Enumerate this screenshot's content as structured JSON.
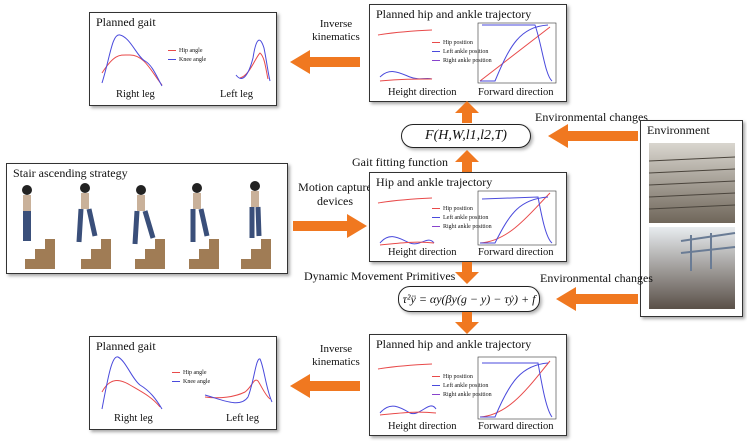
{
  "boxes": {
    "planned_gait_top": {
      "title": "Planned gait",
      "right": "Right leg",
      "left": "Left leg",
      "legend": [
        "Hip angle",
        "Knee angle"
      ]
    },
    "hip_ankle_top": {
      "title": "Planned hip and ankle trajectory",
      "height": "Height direction",
      "forward": "Forward direction",
      "legend": [
        "Hip position",
        "Left ankle position",
        "Right ankle position"
      ]
    },
    "hip_ankle_mid": {
      "title": "Hip and ankle trajectory",
      "height": "Height direction",
      "forward": "Forward direction",
      "legend": [
        "Hip position",
        "Left ankle position",
        "Right ankle position"
      ]
    },
    "hip_ankle_bottom": {
      "title": "Planned hip and ankle trajectory",
      "height": "Height direction",
      "forward": "Forward direction",
      "legend": [
        "Hip position",
        "Left ankle position",
        "Right ankle position"
      ]
    },
    "planned_gait_bottom": {
      "title": "Planned gait",
      "right": "Right leg",
      "left": "Left leg",
      "legend": [
        "Hip angle",
        "Knee angle"
      ]
    },
    "stair": {
      "title": "Stair ascending strategy"
    },
    "environment": {
      "title": "Environment"
    }
  },
  "labels": {
    "inverse_kinematics_top": "Inverse kinematics",
    "inverse_kinematics_bottom": "Inverse kinematics",
    "gait_fitting": "Gait fitting function",
    "motion_capture": "Motion capture devices",
    "dmp": "Dynamic Movement Primitives",
    "env_changes_top": "Environmental changes",
    "env_changes_bottom": "Environmental changes"
  },
  "formulas": {
    "gait_function": "F(H,W,l1,l2,T)",
    "dmp_equation": "τ²ÿ = αy(βy(g − y) − τẏ) + f"
  },
  "colors": {
    "arrow": "#f07820",
    "hip": "#e84a4a",
    "knee": "#4a4adc",
    "stair_wood": "#a07c55"
  }
}
